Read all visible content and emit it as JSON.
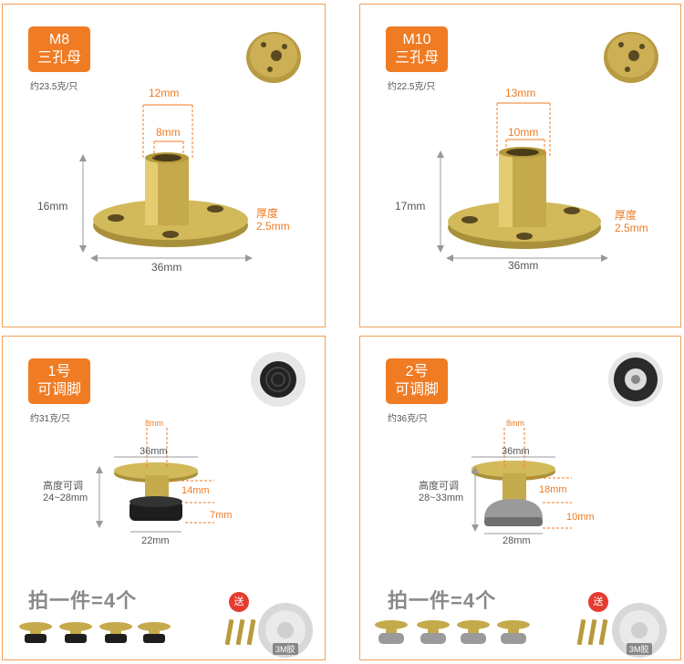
{
  "panels": [
    {
      "tag_line1": "M8",
      "tag_line2": "三孔母",
      "weight": "约23.5克/只",
      "top_outer": "12mm",
      "top_inner": "8mm",
      "height": "16mm",
      "thick_line1": "厚度",
      "thick_line2": "2.5mm",
      "width": "36mm"
    },
    {
      "tag_line1": "M10",
      "tag_line2": "三孔母",
      "weight": "约22.5克/只",
      "top_outer": "13mm",
      "top_inner": "10mm",
      "height": "17mm",
      "thick_line1": "厚度",
      "thick_line2": "2.5mm",
      "width": "36mm"
    },
    {
      "tag_line1": "1号",
      "tag_line2": "可调脚",
      "weight": "约31克/只",
      "screw": "8mm",
      "plate": "36mm",
      "height_line1": "高度可调",
      "height_line2": "24~28mm",
      "mid": "14mm",
      "foot_h": "7mm",
      "foot_w": "22mm",
      "promo": "拍一件=4个",
      "send": "送",
      "tape": "3M胶"
    },
    {
      "tag_line1": "2号",
      "tag_line2": "可调脚",
      "weight": "约36克/只",
      "screw": "8mm",
      "plate": "36mm",
      "height_line1": "高度可调",
      "height_line2": "28~33mm",
      "mid": "18mm",
      "foot_h": "10mm",
      "foot_w": "28mm",
      "promo": "拍一件=4个",
      "send": "送",
      "tape": "3M胶"
    }
  ],
  "colors": {
    "accent": "#ef7b23",
    "brass": "#c9b24a",
    "red": "#e53b2e"
  }
}
